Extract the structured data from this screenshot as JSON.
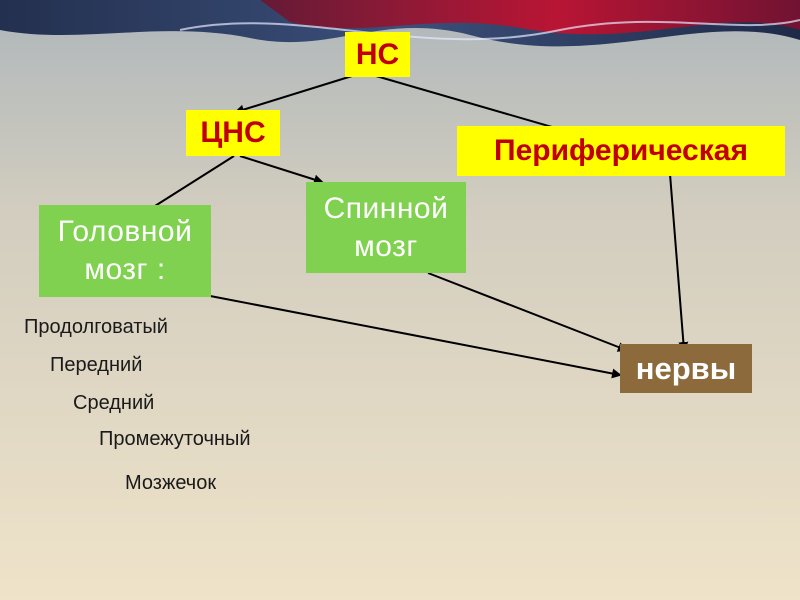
{
  "slide": {
    "root": "НС",
    "cns": "ЦНС",
    "peripheral": "Периферическая",
    "brain": "Головной мозг :",
    "spinal_cord": "Спинной мозг",
    "nerves": "нервы",
    "brain_parts": [
      "Продолговатый",
      "Передний",
      "Средний",
      "Промежуточный",
      "Мозжечок"
    ]
  },
  "colors": {
    "highlight": "#ffff00",
    "label_red": "#c00000",
    "green_box": "#7fd14f",
    "brown_box": "#8c6a3b",
    "arrow": "#000000"
  }
}
